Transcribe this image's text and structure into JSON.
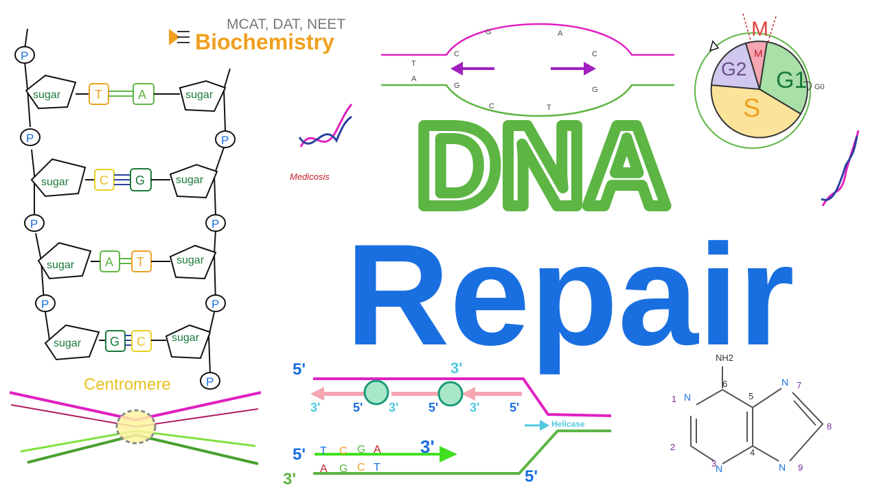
{
  "header": {
    "exam_tags": "MCAT, DAT, NEET",
    "subject": "Biochemistry",
    "brand": "Medicosis"
  },
  "title": {
    "line1": "DNA",
    "line2": "Repair"
  },
  "colors": {
    "title_dna": "#5db544",
    "title_repair": "#1a6fe0",
    "subject": "#f0a020",
    "strand_green": "#5db544",
    "strand_pink": "#e020c0",
    "brand": "#c0202a"
  },
  "dna_ladder": {
    "phosphate": "P",
    "sugar": "sugar",
    "rows": [
      {
        "left": "T",
        "right": "A",
        "bond": "double"
      },
      {
        "left": "C",
        "right": "G",
        "bond": "triple"
      },
      {
        "left": "A",
        "right": "T",
        "bond": "double"
      },
      {
        "left": "G",
        "right": "C",
        "bond": "triple"
      }
    ]
  },
  "centromere": {
    "label": "Centromere"
  },
  "replication_bubble": {
    "top_bases": [
      "G",
      "A"
    ],
    "top_inner": [
      "C",
      "C"
    ],
    "left_labels": [
      "T",
      "A"
    ],
    "bottom_inner": [
      "G",
      "G"
    ],
    "bottom_bases": [
      "C",
      "T"
    ]
  },
  "cell_cycle": {
    "phases": [
      "M",
      "G2",
      "S",
      "G1"
    ],
    "inner_m": "M",
    "g0": "G0"
  },
  "replication_fork": {
    "top_left_5": "5'",
    "top_mid_3": "3'",
    "okazaki_labels": [
      "3'",
      "5'",
      "3'",
      "5'",
      "3'",
      "5'"
    ],
    "helicase": "Helicase",
    "lead_left_5": "5'",
    "lead_right_3": "3'",
    "lead_bases": [
      "T",
      "C",
      "G",
      "A"
    ],
    "bottom_bases": [
      "A",
      "G",
      "C",
      "T"
    ],
    "bottom_left_3": "3'",
    "bottom_right_5": "5'"
  },
  "adenine": {
    "nh2": "NH2",
    "atoms": [
      "N",
      "N",
      "N",
      "N"
    ],
    "numbers": [
      "1",
      "2",
      "3",
      "4",
      "5",
      "6",
      "7",
      "8",
      "9"
    ]
  }
}
